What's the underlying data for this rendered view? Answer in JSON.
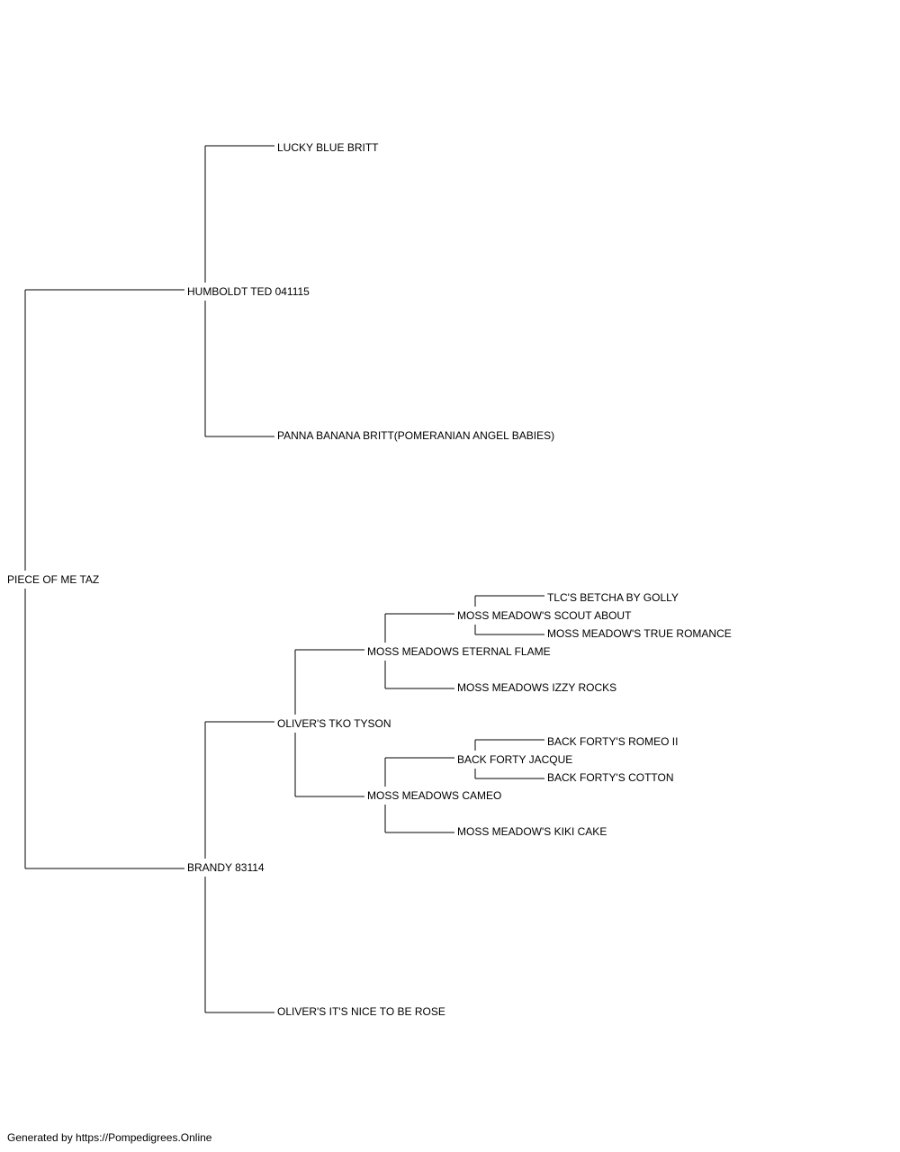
{
  "pedigree": {
    "subject": "PIECE OF ME TAZ",
    "sire": {
      "name": "HUMBOLDT TED 041115",
      "sire": {
        "name": "LUCKY BLUE BRITT"
      },
      "dam": {
        "name": "PANNA BANANA BRITT(POMERANIAN ANGEL BABIES)"
      }
    },
    "dam": {
      "name": "BRANDY 83114",
      "sire": {
        "name": "OLIVER'S TKO TYSON",
        "sire": {
          "name": "MOSS MEADOWS ETERNAL FLAME",
          "sire": {
            "name": "MOSS MEADOW'S SCOUT ABOUT",
            "sire": {
              "name": "TLC'S BETCHA BY GOLLY"
            },
            "dam": {
              "name": "MOSS MEADOW'S TRUE ROMANCE"
            }
          },
          "dam": {
            "name": "MOSS MEADOWS IZZY ROCKS"
          }
        },
        "dam": {
          "name": "MOSS MEADOWS CAMEO",
          "sire": {
            "name": "BACK FORTY JACQUE",
            "sire": {
              "name": "BACK FORTY'S ROMEO II"
            },
            "dam": {
              "name": "BACK FORTY'S COTTON"
            }
          },
          "dam": {
            "name": "MOSS MEADOW'S KIKI CAKE"
          }
        }
      },
      "dam": {
        "name": "OLIVER'S IT'S NICE TO BE ROSE"
      }
    }
  },
  "footer": {
    "text": "Generated by https://Pompedigrees.Online"
  }
}
